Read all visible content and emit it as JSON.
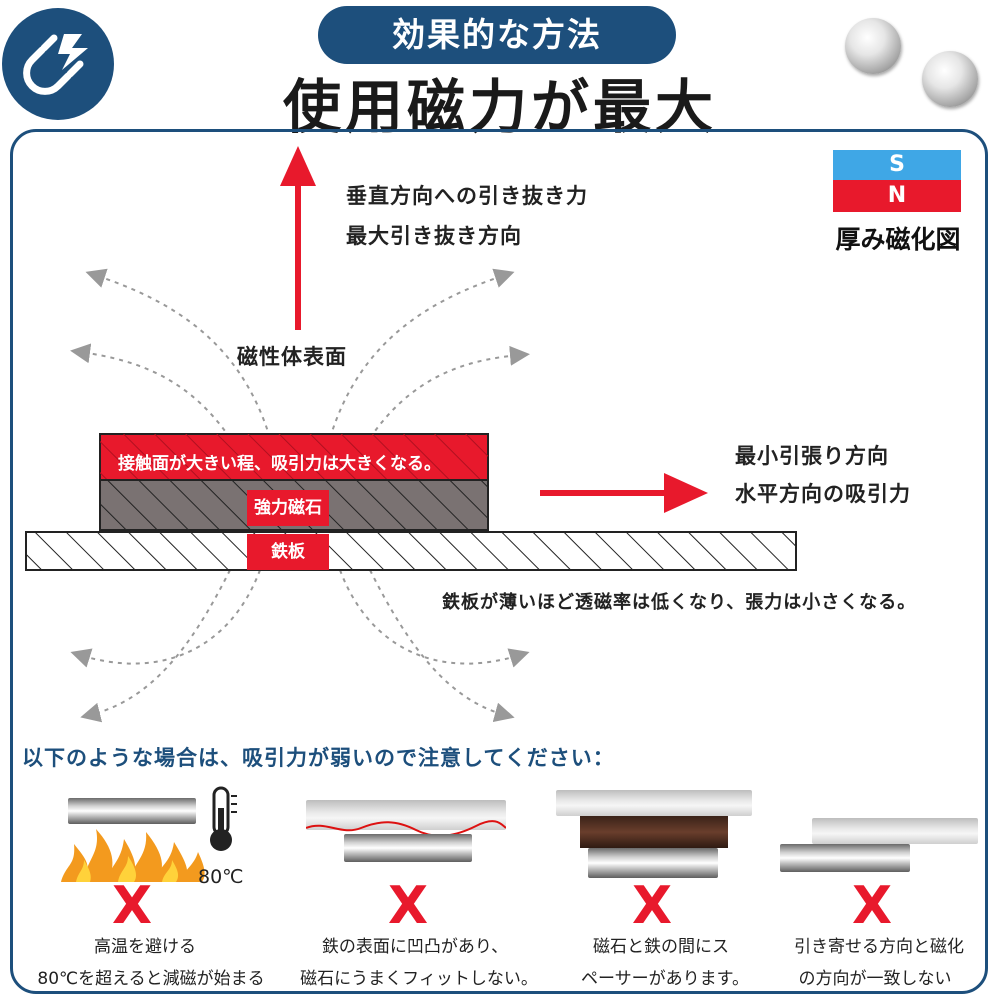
{
  "header": {
    "pill": "効果的な方法",
    "headline": "使用磁力が最大"
  },
  "legend": {
    "s": "S",
    "n": "N",
    "label": "厚み磁化図"
  },
  "diagram": {
    "vertical_line1": "垂直方向への引き抜き力",
    "vertical_line2": "最大引き抜き方向",
    "surface": "磁性体表面",
    "horizontal_line1": "最小引張り方向",
    "horizontal_line2": "水平方向の吸引力",
    "magnet_note": "接触面が大きい程、吸引力は大きくなる。",
    "magnet_label": "強力磁石",
    "plate_label": "鉄板",
    "plate_note": "鉄板が薄いほど透磁率は低くなり、張力は小さくなる。"
  },
  "warning": "以下のような場合は、吸引力が弱いので注意してください：",
  "cases": [
    {
      "line1": "高温を避ける",
      "line2": "80℃を超えると減磁が始まる",
      "temp": "80℃"
    },
    {
      "line1": "鉄の表面に凹凸があり、",
      "line2": "磁石にうまくフィットしない。"
    },
    {
      "line1": "磁石と鉄の間にス",
      "line2": "ペーサーがあります。"
    },
    {
      "line1": "引き寄せる方向と磁化",
      "line2": "の方向が一致しない"
    }
  ],
  "x_mark": "X",
  "colors": {
    "navy": "#1d4f7c",
    "red": "#e8192c",
    "blue": "#3fa7e6"
  },
  "icons": [
    "magnet-logo-icon",
    "thermometer-icon",
    "fire-icon",
    "arrow-up-icon",
    "arrow-right-icon"
  ]
}
